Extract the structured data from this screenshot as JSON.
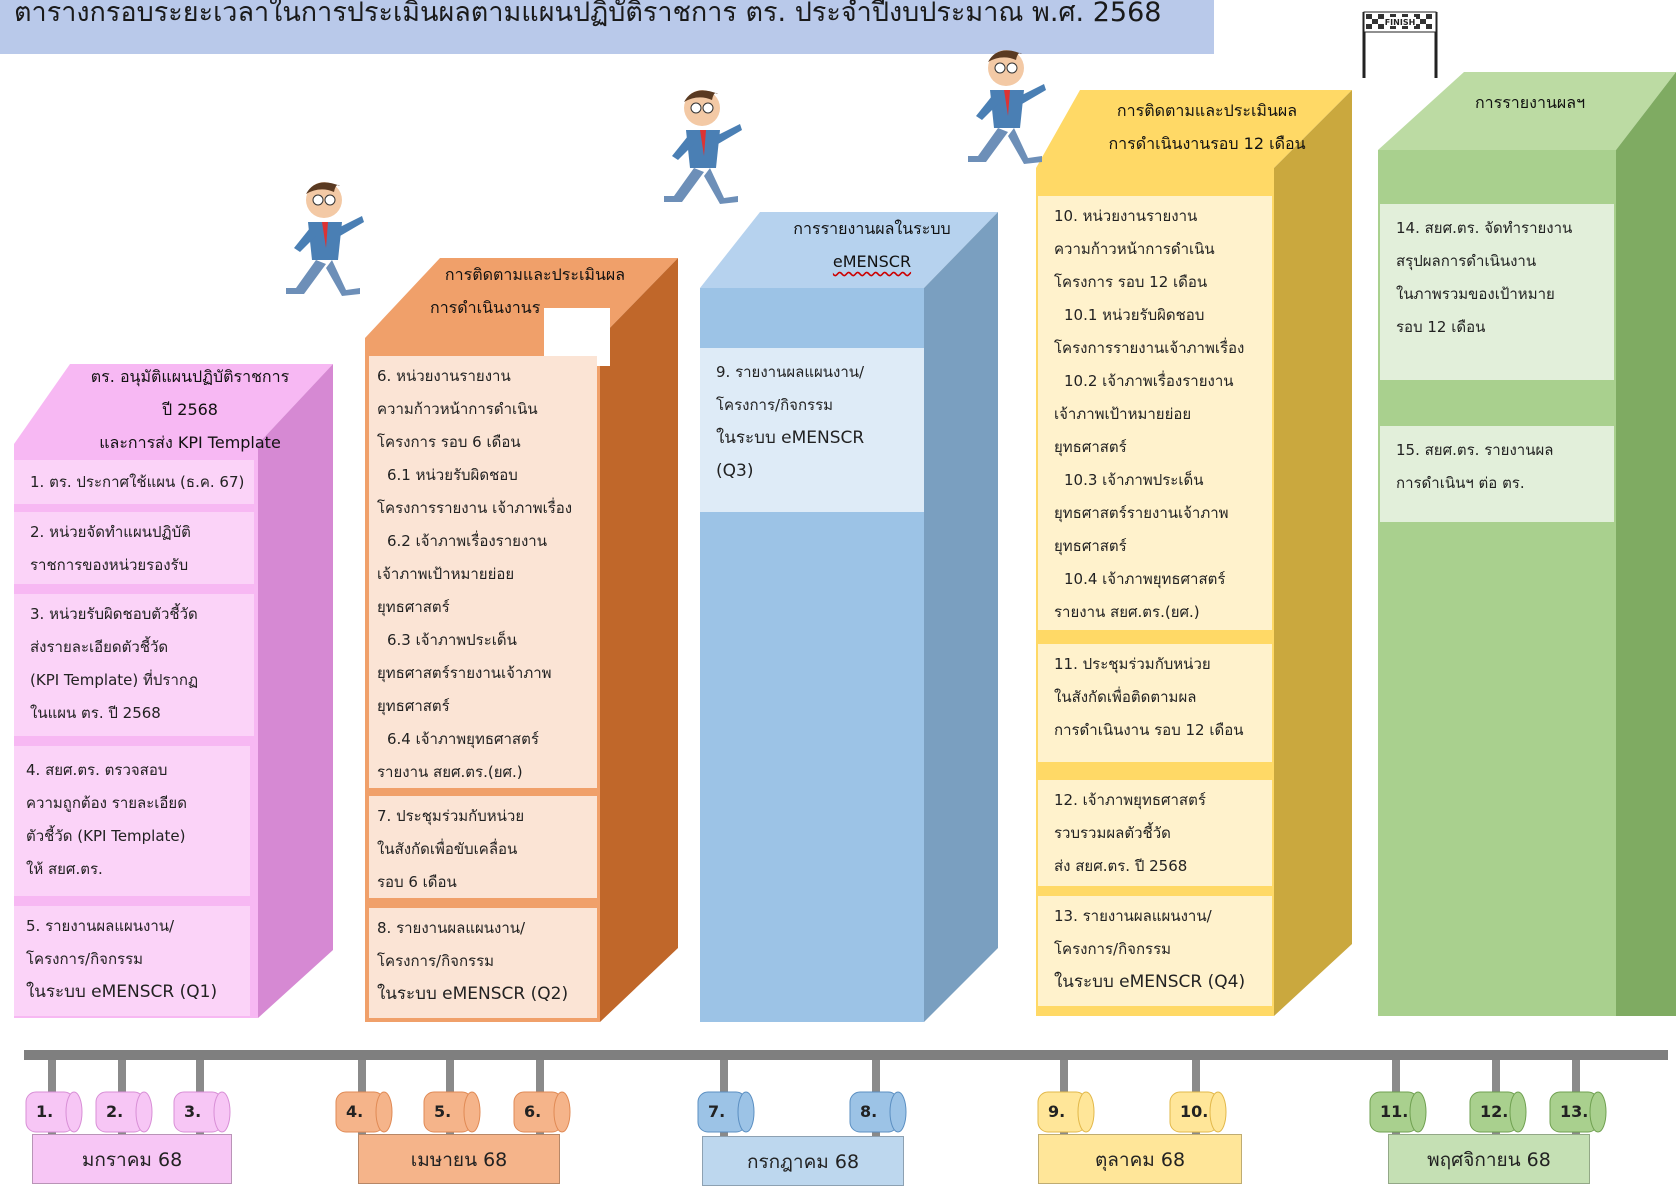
{
  "title": "ตารางกรอบระยะเวลาในการประเมินผลตามแผนปฏิบัติราชการ ตร. ประจำปีงบประมาณ พ.ศ. 2568",
  "finish_flag": "FINISH",
  "colors": {
    "pink": "#f7b8f3",
    "orange": "#f0a06a",
    "blue": "#9cc3e6",
    "yellow": "#ffd966",
    "green": "#a9d08e",
    "banner": "#b9c9ea"
  },
  "columns": {
    "pink": {
      "heading": [
        "ตร. อนุมัติแผนปฏิบัติราชการ",
        "ปี 2568",
        "และการส่ง KPI Template"
      ],
      "items": [
        [
          "1. ตร. ประกาศใช้แผน (ธ.ค. 67)"
        ],
        [
          "2. หน่วยจัดทำแผนปฏิบัติ",
          "ราชการของหน่วยรองรับ"
        ],
        [
          "3. หน่วยรับผิดชอบตัวชี้วัด",
          "ส่งรายละเอียดตัวชี้วัด",
          "(KPI Template) ที่ปรากฏ",
          "ในแผน ตร. ปี 2568"
        ],
        [
          "4. สยศ.ตร. ตรวจสอบ",
          "ความถูกต้อง รายละเอียด",
          "ตัวชี้วัด (KPI Template)",
          "ให้ สยศ.ตร."
        ],
        [
          "5. รายงานผลแผนงาน/",
          "โครงการ/กิจกรรม",
          "ในระบบ eMENSCR (Q1)"
        ]
      ]
    },
    "orange": {
      "heading": [
        "การติดตามและประเมินผล",
        "การดำเนินงานร"
      ],
      "items": [
        [
          "6. หน่วยงานรายงาน",
          "ความก้าวหน้าการดำเนิน",
          "โครงการ รอบ 6 เดือน",
          "6.1 หน่วยรับผิดชอบ",
          "โครงการรายงาน เจ้าภาพเรื่อง",
          "6.2 เจ้าภาพเรื่องรายงาน",
          "เจ้าภาพเป้าหมายย่อย",
          "ยุทธศาสตร์",
          "6.3 เจ้าภาพประเด็น",
          "ยุทธศาสตร์รายงานเจ้าภาพ",
          "ยุทธศาสตร์",
          "6.4 เจ้าภาพยุทธศาสตร์",
          "รายงาน สยศ.ตร.(ยศ.)"
        ],
        [
          "7. ประชุมร่วมกับหน่วย",
          "ในสังกัดเพื่อขับเคลื่อน",
          "รอบ 6 เดือน"
        ],
        [
          "8. รายงานผลแผนงาน/",
          "โครงการ/กิจกรรม",
          "ในระบบ eMENSCR (Q2)"
        ]
      ]
    },
    "blue": {
      "heading": [
        "การรายงานผลในระบบ",
        "eMENSCR"
      ],
      "items": [
        [
          "9. รายงานผลแผนงาน/",
          "โครงการ/กิจกรรม",
          "ในระบบ eMENSCR",
          "(Q3)"
        ]
      ]
    },
    "yellow": {
      "heading": [
        "การติดตามและประเมินผล",
        "การดำเนินงานรอบ 12 เดือน"
      ],
      "items": [
        [
          "10. หน่วยงานรายงาน",
          "ความก้าวหน้าการดำเนิน",
          "โครงการ รอบ 12 เดือน",
          "10.1 หน่วยรับผิดชอบ",
          "โครงการรายงานเจ้าภาพเรื่อง",
          "10.2 เจ้าภาพเรื่องรายงาน",
          "เจ้าภาพเป้าหมายย่อย",
          "ยุทธศาสตร์",
          "10.3 เจ้าภาพประเด็น",
          "ยุทธศาสตร์รายงานเจ้าภาพ",
          "ยุทธศาสตร์",
          "10.4 เจ้าภาพยุทธศาสตร์",
          "รายงาน สยศ.ตร.(ยศ.)"
        ],
        [
          "11. ประชุมร่วมกับหน่วย",
          "ในสังกัดเพื่อติดตามผล",
          "การดำเนินงาน รอบ 12 เดือน"
        ],
        [
          "12. เจ้าภาพยุทธศาสตร์",
          "รวบรวมผลตัวชี้วัด",
          "ส่ง สยศ.ตร. ปี 2568"
        ],
        [
          "13. รายงานผลแผนงาน/",
          "โครงการ/กิจกรรม",
          "ในระบบ eMENSCR (Q4)"
        ]
      ]
    },
    "green": {
      "heading": [
        "การรายงานผลฯ"
      ],
      "items": [
        [
          "14. สยศ.ตร. จัดทำรายงาน",
          "สรุปผลการดำเนินงาน",
          "ในภาพรวมของเป้าหมาย",
          "รอบ 12 เดือน"
        ],
        [
          "15. สยศ.ตร. รายงานผล",
          "การดำเนินฯ ต่อ ตร."
        ]
      ]
    }
  },
  "timeline": {
    "steps": [
      "1.",
      "2.",
      "3.",
      "4.",
      "5.",
      "6.",
      "7.",
      "8.",
      "9.",
      "10.",
      "11.",
      "12.",
      "13."
    ],
    "months": [
      "มกราคม 68",
      "เมษายน 68",
      "กรกฎาคม 68",
      "ตุลาคม 68",
      "พฤศจิกายน 68"
    ]
  }
}
